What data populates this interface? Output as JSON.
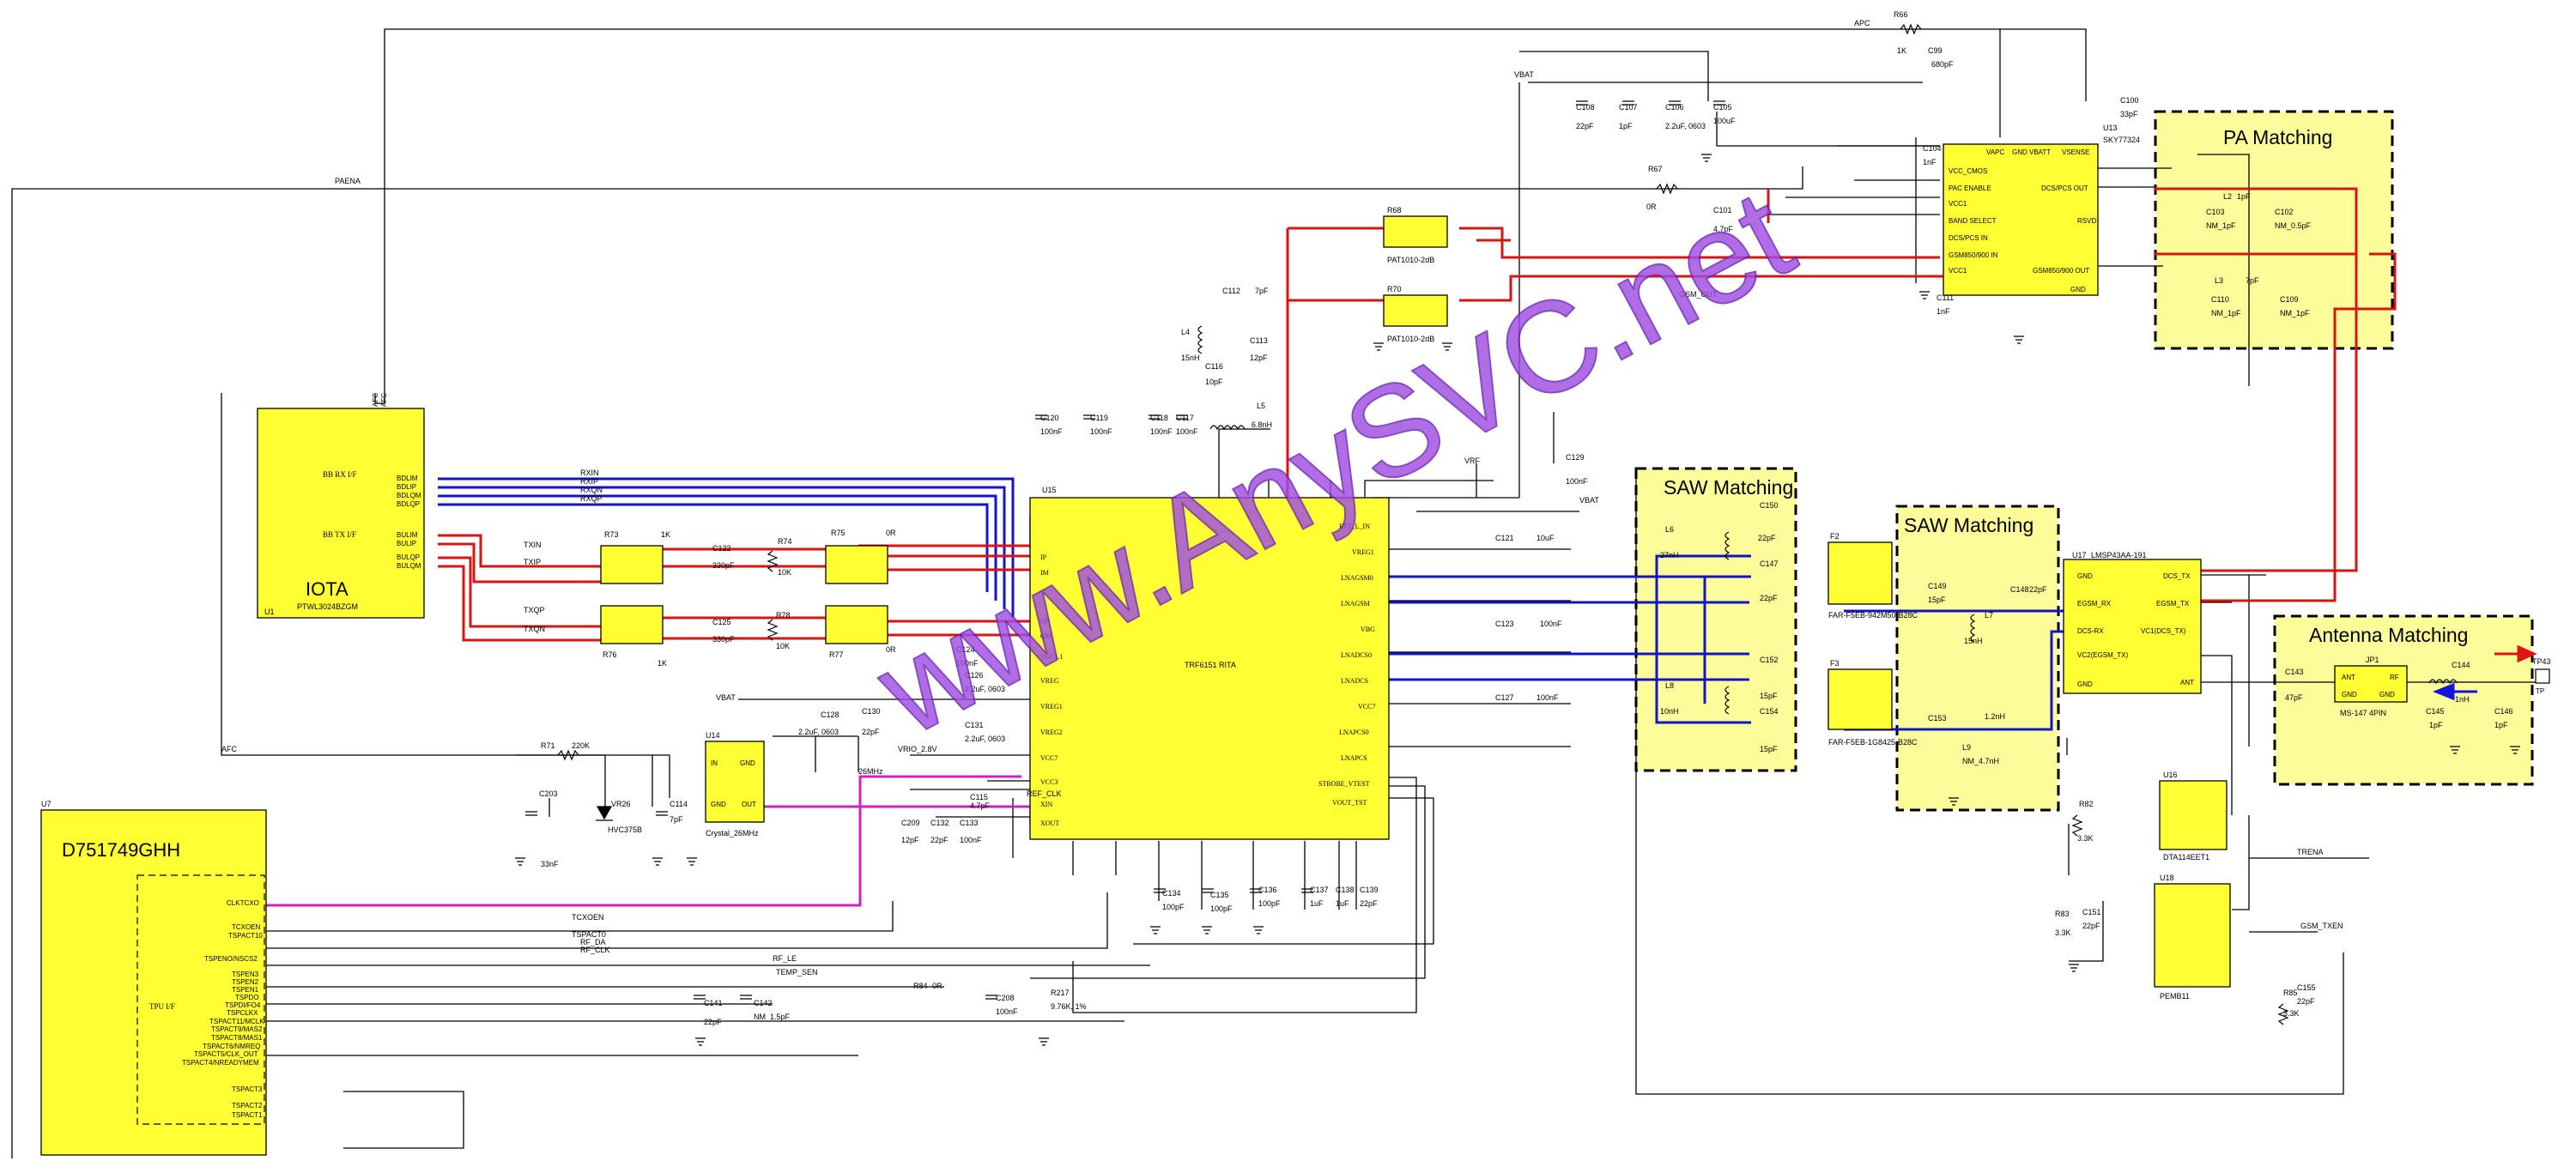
{
  "watermark": "www.AnySVC.net",
  "regions": {
    "pa": "PA Matching",
    "saw1": "SAW Matching",
    "saw2": "SAW Matching",
    "ant": "Antenna Matching"
  },
  "chips": {
    "iota": {
      "name": "IOTA",
      "ref": "U1",
      "part": "PTWL3024BZGM",
      "rx": "BB RX I/F",
      "tx": "BB TX I/F",
      "afc_pins": [
        "AFC",
        "AFC"
      ],
      "rx_pins": [
        "BDLIM",
        "BDLIP",
        "BDLQM",
        "BDLQP"
      ],
      "tx_pins": [
        "BULIM",
        "BULIP",
        "BULQP",
        "BULQM"
      ]
    },
    "d75": {
      "name": "D751749GHH",
      "ref": "U7",
      "tpu": "TPU I/F",
      "pins": [
        "CLKTCXO",
        "TCXOEN",
        "TSPACT10",
        "TSPENO/NSCS2",
        "TSPEN3",
        "TSPEN2",
        "TSPEN1",
        "TSPDO",
        "TSPDI/FO4",
        "TSPCLKX",
        "TSPACT11/MCLK",
        "TSPACT9/MAS2",
        "TSPACT8/MAS1",
        "TSPACT6/NMREQ",
        "TSPACT5/CLK_OUT",
        "TSPACT4/NREADYMEM",
        "TSPACT3",
        "TSPACT2",
        "TSPACT1"
      ]
    },
    "rita": {
      "name": "TRF6151 RITA",
      "ref": "U15",
      "right_pins": [
        "RFT_L_IN",
        "VREG1",
        "LNAGSM0",
        "LNAGSM",
        "VBG",
        "LNADCS0",
        "LNADCS",
        "VCC7",
        "LNAPCS0",
        "LNAPCS",
        "STROBE_VTEST",
        "VOUT_TST"
      ],
      "left_pins": [
        "IP",
        "IM",
        "QP",
        "QM",
        "VCC1.1",
        "VREG",
        "VREG1",
        "VREG2",
        "VCC7",
        "VCC3",
        "XIN",
        "XOUT"
      ]
    },
    "u13": {
      "ref": "U13",
      "part": "SKY77324",
      "pins_left": [
        "VCC_CMOS",
        "PAC ENABLE",
        "VCC1",
        "BAND SELECT",
        "DCS/PCS IN",
        "GSM850/900 IN",
        "VCC1"
      ],
      "pins_right": [
        "DCS/PCS OUT",
        "RSVD",
        "GSM850/900 OUT",
        "GND"
      ],
      "pins_top": [
        "VAPC",
        "GND",
        "VBATT",
        "VSENSE"
      ]
    },
    "u17": {
      "ref": "U17",
      "part": "LMSP43AA-191",
      "pins_left": [
        "GND",
        "EGSM_RX",
        "DCS-RX",
        "VC2(EGSM_TX)",
        "GND"
      ],
      "pins_right": [
        "DCS_TX",
        "EGSM_TX",
        "VC1(DCS_TX)",
        "ANT"
      ]
    },
    "u14": {
      "ref": "U14",
      "part": "Crystal_26MHz",
      "in": "IN",
      "out": "OUT",
      "gnd": "GND"
    },
    "f2": {
      "ref": "F2",
      "part": "FAR-F5EB-942M50-B28C"
    },
    "f3": {
      "ref": "F3",
      "part": "FAR-F5EB-1G8425-B28C"
    },
    "u16": {
      "ref": "U16",
      "part": "DTA114EET1"
    },
    "u18": {
      "ref": "U18",
      "part": "PEMB11"
    },
    "jp1": {
      "ref": "JP1",
      "part": "MS-147 4PIN",
      "ant": "ANT",
      "rf": "RF",
      "gnd": "GND"
    },
    "r68": {
      "ref": "R68",
      "part": "PAT1010-2dB"
    },
    "r70": {
      "ref": "R70",
      "part": "PAT1010-2dB"
    },
    "tp43": {
      "ref": "TP43",
      "pin": "TP"
    }
  },
  "components": [
    {
      "ref": "R66",
      "value": "1K"
    },
    {
      "ref": "C99",
      "value": "680pF"
    },
    {
      "ref": "C100",
      "value": "33pF"
    },
    {
      "ref": "C108",
      "value": "22pF"
    },
    {
      "ref": "C107",
      "value": "1pF"
    },
    {
      "ref": "C106",
      "value": "2.2uF, 0603"
    },
    {
      "ref": "C105",
      "value": "100uF"
    },
    {
      "ref": "C104",
      "value": "1nF"
    },
    {
      "ref": "R67",
      "value": "0R"
    },
    {
      "ref": "C101",
      "value": "4.7pF"
    },
    {
      "ref": "C111",
      "value": "1nF"
    },
    {
      "ref": "C103",
      "value": "NM_1pF"
    },
    {
      "ref": "C102",
      "value": "NM_0.5pF"
    },
    {
      "ref": "L2",
      "value": "1pF"
    },
    {
      "ref": "L3",
      "value": "7pF"
    },
    {
      "ref": "C110",
      "value": "NM_1pF"
    },
    {
      "ref": "C109",
      "value": "NM_1pF"
    },
    {
      "ref": "C112",
      "value": "7pF"
    },
    {
      "ref": "L4",
      "value": "15nH"
    },
    {
      "ref": "C113",
      "value": "12pF"
    },
    {
      "ref": "C116",
      "value": "10pF"
    },
    {
      "ref": "L5",
      "value": "6.8nH"
    },
    {
      "ref": "C129",
      "value": "100nF"
    },
    {
      "ref": "C120",
      "value": "100nF"
    },
    {
      "ref": "C119",
      "value": "100nF"
    },
    {
      "ref": "C118",
      "value": "100nF"
    },
    {
      "ref": "C117",
      "value": "100nF"
    },
    {
      "ref": "R73",
      "value": "1K"
    },
    {
      "ref": "C122",
      "value": "330pF"
    },
    {
      "ref": "R74",
      "value": "10K"
    },
    {
      "ref": "R75",
      "value": "0R"
    },
    {
      "ref": "R76",
      "value": "1K"
    },
    {
      "ref": "C125",
      "value": "330pF"
    },
    {
      "ref": "R78",
      "value": "10K"
    },
    {
      "ref": "R77",
      "value": "0R"
    },
    {
      "ref": "C124",
      "value": "100nF"
    },
    {
      "ref": "C126",
      "value": "2.2uF, 0603"
    },
    {
      "ref": "C128",
      "value": "2.2uF, 0603"
    },
    {
      "ref": "C130",
      "value": "22pF"
    },
    {
      "ref": "C131",
      "value": "2.2uF, 0603"
    },
    {
      "ref": "C115",
      "value": "4.7pF"
    },
    {
      "ref": "C209",
      "value": "12pF"
    },
    {
      "ref": "C132",
      "value": "22pF"
    },
    {
      "ref": "C133",
      "value": "100nF"
    },
    {
      "ref": "C121",
      "value": "10uF"
    },
    {
      "ref": "C123",
      "value": "100nF"
    },
    {
      "ref": "C127",
      "value": "100nF"
    },
    {
      "ref": "R71",
      "value": "220K"
    },
    {
      "ref": "C203",
      "value": "33nF"
    },
    {
      "ref": "VR26",
      "value": "HVC375B"
    },
    {
      "ref": "C114",
      "value": "7pF"
    },
    {
      "ref": "C134",
      "value": "100pF"
    },
    {
      "ref": "C135",
      "value": "100pF"
    },
    {
      "ref": "C136",
      "value": "100pF"
    },
    {
      "ref": "C137",
      "value": "1uF"
    },
    {
      "ref": "C138",
      "value": "1uF"
    },
    {
      "ref": "C139",
      "value": "22pF"
    },
    {
      "ref": "C141",
      "value": "22pF"
    },
    {
      "ref": "C142",
      "value": "NM_1.5pF"
    },
    {
      "ref": "C208",
      "value": "100nF"
    },
    {
      "ref": "R84",
      "value": "0R"
    },
    {
      "ref": "R217",
      "value": "9.76K, 1%"
    },
    {
      "ref": "L6",
      "value": "27nH"
    },
    {
      "ref": "C150",
      "value": "22pF"
    },
    {
      "ref": "C147",
      "value": "22pF"
    },
    {
      "ref": "L8",
      "value": "10nH"
    },
    {
      "ref": "C152",
      "value": "15pF"
    },
    {
      "ref": "C154",
      "value": "15pF"
    },
    {
      "ref": "C149",
      "value": "15pF"
    },
    {
      "ref": "C148",
      "value": "22pF"
    },
    {
      "ref": "L7",
      "value": "15nH"
    },
    {
      "ref": "C153",
      "value": "1.2nH"
    },
    {
      "ref": "L9",
      "value": "NM_4.7nH"
    },
    {
      "ref": "C143",
      "value": "47pF"
    },
    {
      "ref": "C144",
      "value": "1nH"
    },
    {
      "ref": "C145",
      "value": "1pF"
    },
    {
      "ref": "C146",
      "value": "1pF"
    },
    {
      "ref": "R82",
      "value": "3.3K"
    },
    {
      "ref": "R83",
      "value": "3.3K"
    },
    {
      "ref": "C151",
      "value": "22pF"
    },
    {
      "ref": "R85",
      "value": "3.3K"
    },
    {
      "ref": "C155",
      "value": "22pF"
    }
  ],
  "nets": {
    "apc": "APC",
    "paena": "PAENA",
    "afc": "AFC",
    "vbat": "VBAT",
    "vbat2": "VBAT",
    "rxin": "RXIN",
    "rxip": "RXIP",
    "rxqn": "RXQN",
    "rxqp": "RXQP",
    "txin": "TXIN",
    "txip": "TXIP",
    "txqp": "TXQP",
    "txqn": "TXQN",
    "vrf": "VRF",
    "vrio": "VRIO_2.8V",
    "mhz": "26MHz",
    "refclk": "REF_CLK",
    "tcxoen": "TCXOEN",
    "rf_le": "RF_LE",
    "temp_sen": "TEMP_SEN",
    "trena": "TRENA",
    "gsm_txen": "GSM_TXEN",
    "gsm_out": "GSM_OUT",
    "rf_da": "RF_DA",
    "rf_clk": "RF_CLK",
    "tspact10": "TSPACT0"
  }
}
